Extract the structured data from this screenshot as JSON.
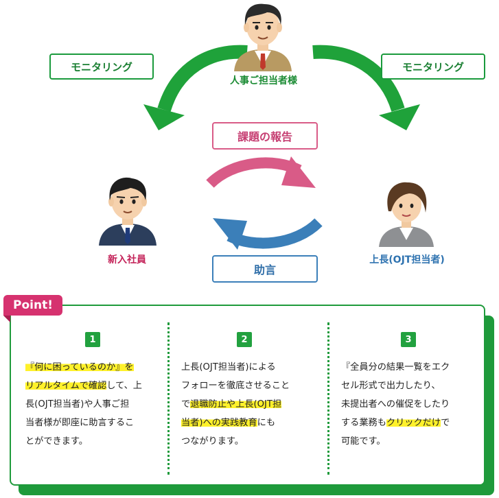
{
  "diagram": {
    "monitoring_left": "モニタリング",
    "monitoring_right": "モニタリング",
    "hr_label": "人事ご担当者様",
    "report_label": "課題の報告",
    "advice_label": "助言",
    "new_employee_label": "新入社員",
    "supervisor_label": "上長(OJT担当者)",
    "colors": {
      "green": "#1a9a3c",
      "pink": "#d95b87",
      "blue": "#3b7fb9",
      "highlight": "#fff12a",
      "badge": "#d6326f"
    }
  },
  "points": {
    "badge": "Point!",
    "items": [
      {
        "number": "1",
        "segments": [
          {
            "text": "『何に困っているのか』を",
            "hl": true
          },
          {
            "text": "\n"
          },
          {
            "text": "リアルタイムで確認",
            "hl": true
          },
          {
            "text": "して、上\n長(OJT担当者)や人事ご担\n当者様が即座に助言するこ\nとができます。"
          }
        ]
      },
      {
        "number": "2",
        "segments": [
          {
            "text": "上長(OJT担当者)による\nフォローを徹底させること\nで"
          },
          {
            "text": "退職防止や上長(OJT担",
            "hl": true
          },
          {
            "text": "\n"
          },
          {
            "text": "当者)への実践教育",
            "hl": true
          },
          {
            "text": "にも\nつながります。"
          }
        ]
      },
      {
        "number": "3",
        "segments": [
          {
            "text": "『全員分の結果一覧をエク\nセル形式で出力したり、\n未提出者への催促をしたり\nする業務も"
          },
          {
            "text": "クリックだけ",
            "hl": true
          },
          {
            "text": "で\n可能です。"
          }
        ]
      }
    ]
  }
}
